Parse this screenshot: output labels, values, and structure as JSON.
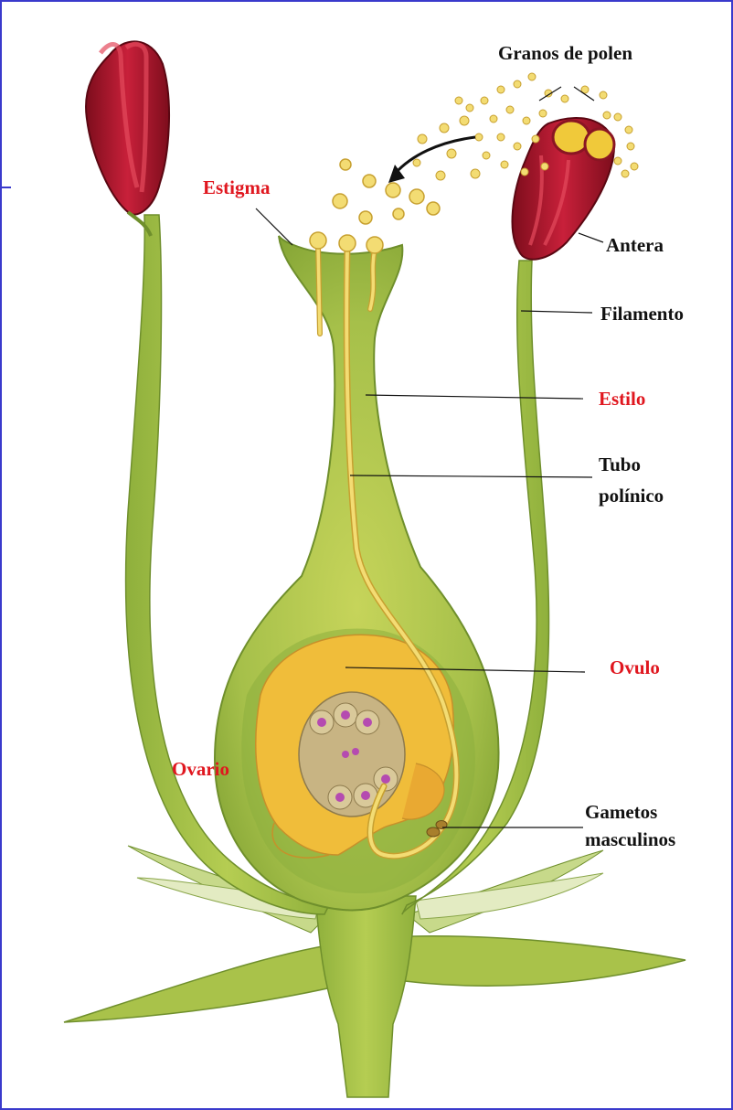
{
  "labels": {
    "granos_de_polen": "Granos de polen",
    "estigma": "Estigma",
    "antera": "Antera",
    "filamento": "Filamento",
    "estilo": "Estilo",
    "tubo_polinico_line1": "Tubo",
    "tubo_polinico_line2": "polínico",
    "ovulo": "Ovulo",
    "ovario": "Ovario",
    "gametos_line1": "Gametos",
    "gametos_line2": "masculinos"
  },
  "colors": {
    "frame": "#3a3acc",
    "label_black": "#111111",
    "label_red": "#e0171f",
    "plant_green": "#a9c24a",
    "plant_green_dark": "#7ea23a",
    "ovule_yellow": "#f0bd3a",
    "embryo_sac": "#c8b483",
    "pollen": "#f3dc73",
    "anther_red": "#b3172a",
    "nucleus_purple": "#b54bb0"
  }
}
